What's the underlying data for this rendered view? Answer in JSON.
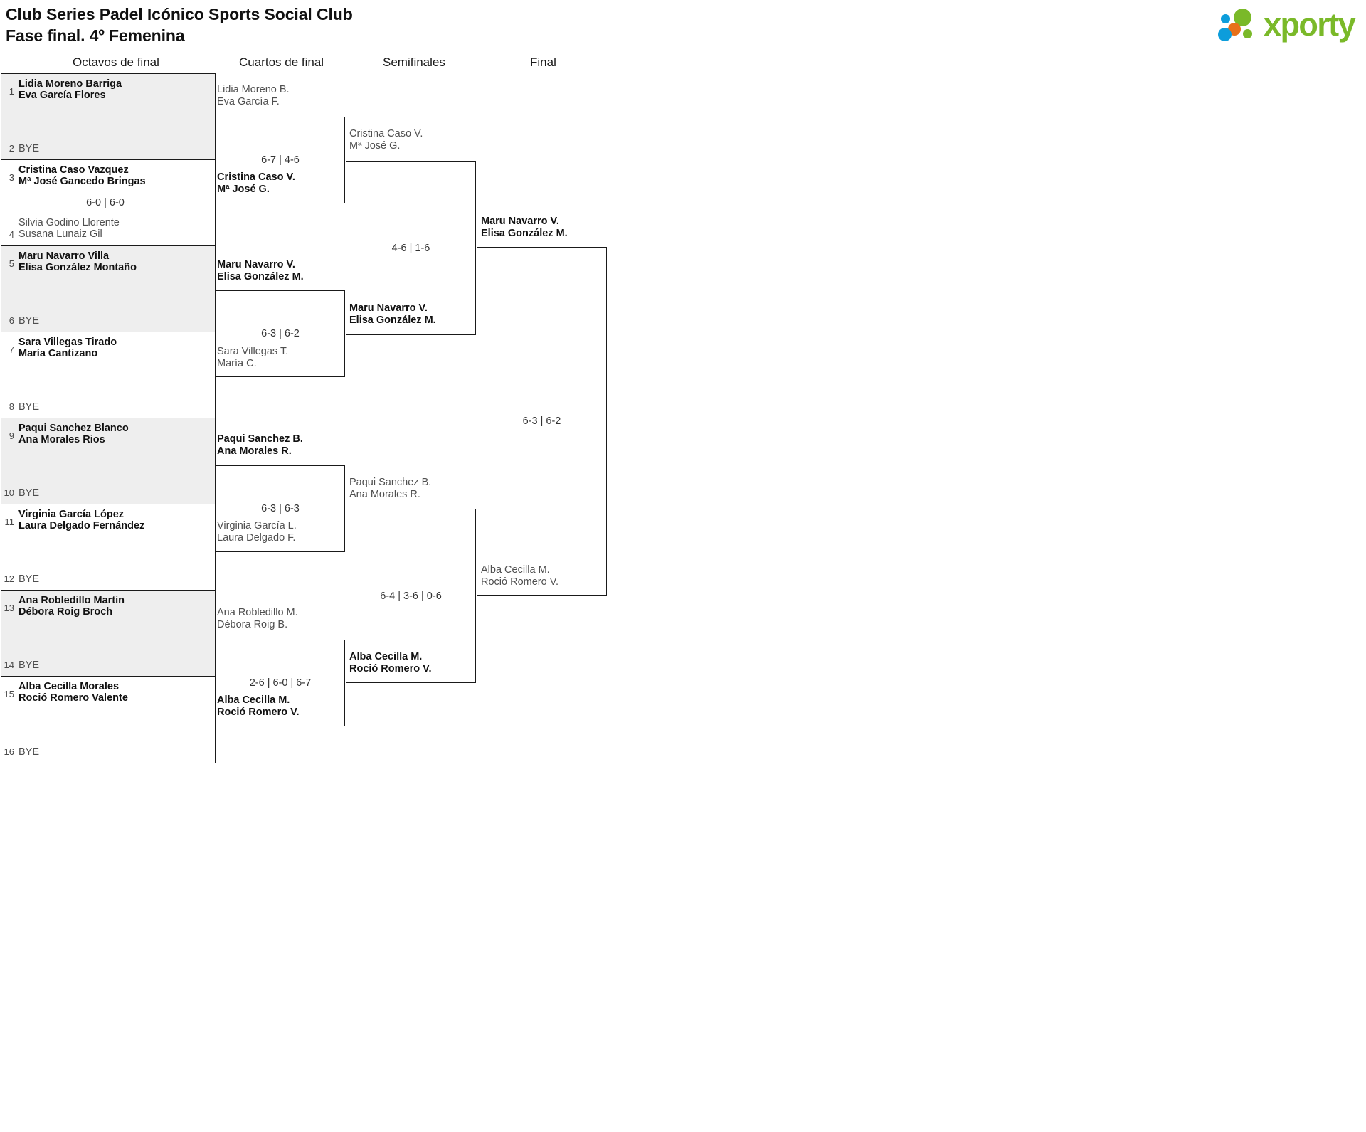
{
  "header": {
    "title_line1": "Club Series Padel Icónico Sports Social Club",
    "title_line2": "Fase final. 4º Femenina",
    "brand_name": "xporty",
    "brand_colors": {
      "green": "#7ab929",
      "blue": "#0d9ddb",
      "orange": "#e8711a"
    }
  },
  "rounds": [
    {
      "label": "Octavos de final"
    },
    {
      "label": "Cuartos de final"
    },
    {
      "label": "Semifinales"
    },
    {
      "label": "Final"
    }
  ],
  "bye_label": "BYE",
  "round1": {
    "matches": [
      {
        "shaded": true,
        "score": "",
        "top": {
          "seed": "1",
          "bye": false,
          "winner": true,
          "line1": "Lidia Moreno Barriga",
          "line2": "Eva García Flores"
        },
        "bottom": {
          "seed": "2",
          "bye": true,
          "winner": false,
          "line1": "BYE",
          "line2": ""
        }
      },
      {
        "shaded": false,
        "score": "6-0 | 6-0",
        "top": {
          "seed": "3",
          "bye": false,
          "winner": true,
          "line1": "Cristina Caso Vazquez",
          "line2": "Mª José Gancedo Bringas"
        },
        "bottom": {
          "seed": "4",
          "bye": false,
          "winner": false,
          "line1": "Silvia Godino Llorente",
          "line2": "Susana Lunaiz Gil"
        }
      },
      {
        "shaded": true,
        "score": "",
        "top": {
          "seed": "5",
          "bye": false,
          "winner": true,
          "line1": "Maru Navarro Villa",
          "line2": "Elisa González Montaño"
        },
        "bottom": {
          "seed": "6",
          "bye": true,
          "winner": false,
          "line1": "BYE",
          "line2": ""
        }
      },
      {
        "shaded": false,
        "score": "",
        "top": {
          "seed": "7",
          "bye": false,
          "winner": true,
          "line1": "Sara Villegas Tirado",
          "line2": "María Cantizano"
        },
        "bottom": {
          "seed": "8",
          "bye": true,
          "winner": false,
          "line1": "BYE",
          "line2": ""
        }
      },
      {
        "shaded": true,
        "score": "",
        "top": {
          "seed": "9",
          "bye": false,
          "winner": true,
          "line1": "Paqui Sanchez Blanco",
          "line2": "Ana Morales Rios"
        },
        "bottom": {
          "seed": "10",
          "bye": true,
          "winner": false,
          "line1": "BYE",
          "line2": ""
        }
      },
      {
        "shaded": false,
        "score": "",
        "top": {
          "seed": "11",
          "bye": false,
          "winner": true,
          "line1": "Virginia García López",
          "line2": "Laura Delgado Fernández"
        },
        "bottom": {
          "seed": "12",
          "bye": true,
          "winner": false,
          "line1": "BYE",
          "line2": ""
        }
      },
      {
        "shaded": true,
        "score": "",
        "top": {
          "seed": "13",
          "bye": false,
          "winner": true,
          "line1": "Ana Robledillo Martin",
          "line2": "Débora Roig Broch"
        },
        "bottom": {
          "seed": "14",
          "bye": true,
          "winner": false,
          "line1": "BYE",
          "line2": ""
        }
      },
      {
        "shaded": false,
        "score": "",
        "top": {
          "seed": "15",
          "bye": false,
          "winner": true,
          "line1": "Alba Cecilla Morales",
          "line2": "Roció Romero Valente"
        },
        "bottom": {
          "seed": "16",
          "bye": true,
          "winner": false,
          "line1": "BYE",
          "line2": ""
        }
      }
    ]
  },
  "round2": {
    "matches": [
      {
        "score": "6-7 | 4-6",
        "top": {
          "winner": false,
          "line1": "Lidia Moreno B.",
          "line2": "Eva García F."
        },
        "bottom": {
          "winner": true,
          "line1": "Cristina Caso V.",
          "line2": "Mª José G."
        }
      },
      {
        "score": "6-3 | 6-2",
        "top": {
          "winner": true,
          "line1": "Maru Navarro V.",
          "line2": "Elisa González M."
        },
        "bottom": {
          "winner": false,
          "line1": "Sara Villegas T.",
          "line2": "María C."
        }
      },
      {
        "score": "6-3 | 6-3",
        "top": {
          "winner": true,
          "line1": "Paqui Sanchez B.",
          "line2": "Ana Morales R."
        },
        "bottom": {
          "winner": false,
          "line1": "Virginia García L.",
          "line2": "Laura Delgado F."
        }
      },
      {
        "score": "2-6 | 6-0 | 6-7",
        "top": {
          "winner": false,
          "line1": "Ana Robledillo M.",
          "line2": "Débora Roig B."
        },
        "bottom": {
          "winner": true,
          "line1": "Alba Cecilla M.",
          "line2": "Roció Romero V."
        }
      }
    ]
  },
  "round3": {
    "matches": [
      {
        "score": "4-6 | 1-6",
        "top": {
          "winner": false,
          "line1": "Cristina Caso V.",
          "line2": "Mª José G."
        },
        "bottom": {
          "winner": true,
          "line1": "Maru Navarro V.",
          "line2": "Elisa González M."
        }
      },
      {
        "score": "6-4 | 3-6 | 0-6",
        "top": {
          "winner": false,
          "line1": "Paqui Sanchez B.",
          "line2": "Ana Morales R."
        },
        "bottom": {
          "winner": true,
          "line1": "Alba Cecilla M.",
          "line2": "Roció Romero V."
        }
      }
    ]
  },
  "round4": {
    "matches": [
      {
        "score": "6-3 | 6-2",
        "top": {
          "winner": true,
          "line1": "Maru Navarro V.",
          "line2": "Elisa González M."
        },
        "bottom": {
          "winner": false,
          "line1": "Alba Cecilla M.",
          "line2": "Roció Romero V."
        }
      }
    ]
  }
}
